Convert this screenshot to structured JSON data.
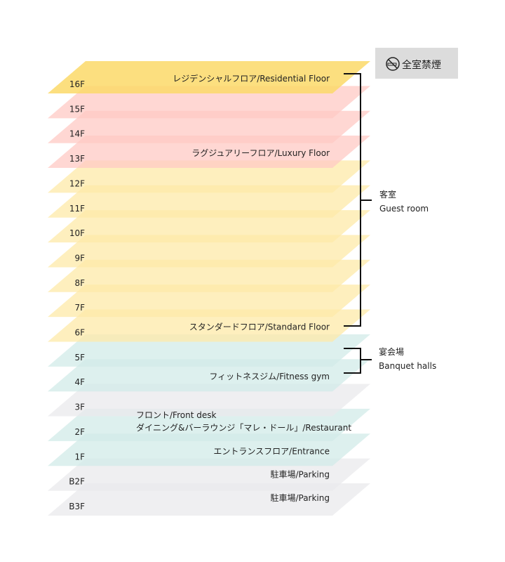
{
  "badge": {
    "icon": "no-smoking-icon",
    "label": "全室禁煙"
  },
  "colors": {
    "residential": "#fcd968",
    "luxury": "#ffc9c4",
    "standard": "#fdeaa8",
    "teal": "#d2ebe8",
    "gray": "#e9eaec"
  },
  "floors": [
    {
      "label": "16F",
      "type": "residential",
      "desc": [
        "レジデンシャルフロア/Residential Floor"
      ]
    },
    {
      "label": "15F",
      "type": "luxury",
      "desc": []
    },
    {
      "label": "14F",
      "type": "luxury",
      "desc": []
    },
    {
      "label": "13F",
      "type": "luxury",
      "desc": [
        "ラグジュアリーフロア/Luxury Floor"
      ]
    },
    {
      "label": "12F",
      "type": "standard",
      "desc": []
    },
    {
      "label": "11F",
      "type": "standard",
      "desc": []
    },
    {
      "label": "10F",
      "type": "standard",
      "desc": []
    },
    {
      "label": "9F",
      "type": "standard",
      "desc": []
    },
    {
      "label": "8F",
      "type": "standard",
      "desc": []
    },
    {
      "label": "7F",
      "type": "standard",
      "desc": []
    },
    {
      "label": "6F",
      "type": "standard",
      "desc": [
        "スタンダードフロア/Standard Floor"
      ]
    },
    {
      "label": "5F",
      "type": "teal",
      "desc": []
    },
    {
      "label": "4F",
      "type": "teal",
      "desc": [
        "フィットネスジム/Fitness gym"
      ]
    },
    {
      "label": "3F",
      "type": "gray",
      "desc": []
    },
    {
      "label": "2F",
      "type": "teal",
      "desc": [
        "フロント/Front desk",
        "ダイニング&バーラウンジ「マレ・ドール」/Restaurant"
      ]
    },
    {
      "label": "1F",
      "type": "teal",
      "desc": [
        "エントランスフロア/Entrance"
      ]
    },
    {
      "label": "B2F",
      "type": "gray",
      "desc": [
        "駐車場/Parking"
      ]
    },
    {
      "label": "B3F",
      "type": "gray",
      "desc": [
        "駐車場/Parking"
      ]
    }
  ],
  "groups": {
    "guest_room": {
      "ja": "客室",
      "en": "Guest room"
    },
    "banquet": {
      "ja": "宴会場",
      "en": "Banquet halls"
    }
  }
}
